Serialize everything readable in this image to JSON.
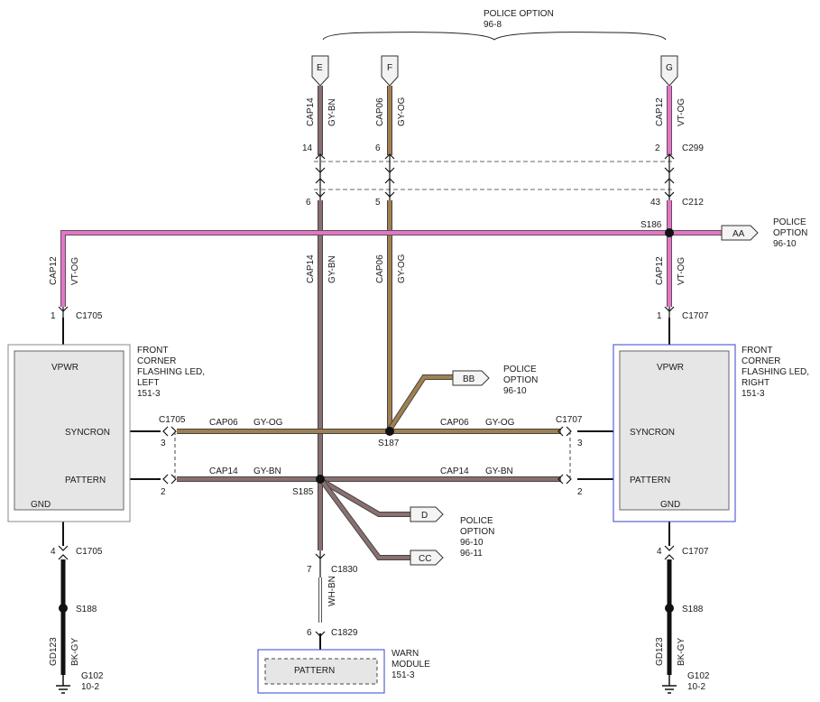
{
  "header": {
    "title": "POLICE OPTION",
    "ref": "96-8"
  },
  "connectors": [
    {
      "id": "conn-e",
      "letter": "E"
    },
    {
      "id": "conn-f",
      "letter": "F"
    },
    {
      "id": "conn-g",
      "letter": "G"
    }
  ],
  "top_wires": {
    "e": {
      "circuit": "CAP14",
      "color": "GY-BN",
      "pin_c299": "14",
      "pin_c212": "6"
    },
    "f": {
      "circuit": "CAP06",
      "color": "GY-OG",
      "pin_c299": "6",
      "pin_c212": "5"
    },
    "g": {
      "circuit": "CAP12",
      "color": "VT-OG",
      "pin_c299": "2",
      "pin_c212": "43"
    }
  },
  "connector_names": {
    "c299": "C299",
    "c212": "C212",
    "c1705": "C1705",
    "c1707": "C1707",
    "c1830": "C1830",
    "c1829": "C1829"
  },
  "splices": {
    "s186": "S186",
    "s187": "S187",
    "s185": "S185",
    "s188": "S188"
  },
  "mid_wires": {
    "e": {
      "circuit": "CAP14",
      "color": "GY-BN"
    },
    "f": {
      "circuit": "CAP06",
      "color": "GY-OG"
    },
    "left_pwr": {
      "circuit": "CAP12",
      "color": "VT-OG"
    },
    "right_pwr": {
      "circuit": "CAP12",
      "color": "VT-OG"
    }
  },
  "bus": {
    "sync_left": {
      "circuit": "CAP06",
      "color": "GY-OG"
    },
    "sync_right": {
      "circuit": "CAP06",
      "color": "GY-OG"
    },
    "pattern_left": {
      "circuit": "CAP14",
      "color": "GY-BN"
    },
    "pattern_right": {
      "circuit": "CAP14",
      "color": "GY-BN"
    }
  },
  "pins": {
    "left_vpwr": "1",
    "left_sync": "3",
    "left_pattern": "2",
    "left_gnd": "4",
    "right_vpwr": "1",
    "right_sync": "3",
    "right_pattern": "2",
    "right_gnd": "4",
    "c1830": "7",
    "c1829": "6"
  },
  "offpage": {
    "aa": {
      "tag": "AA",
      "text1": "POLICE",
      "text2": "OPTION",
      "text3": "96-10"
    },
    "bb": {
      "tag": "BB",
      "text1": "POLICE",
      "text2": "OPTION",
      "text3": "96-10"
    },
    "d": {
      "tag": "D"
    },
    "cc": {
      "tag": "CC"
    },
    "dcc": {
      "text1": "POLICE",
      "text2": "OPTION",
      "text3": "96-10",
      "text4": "96-11"
    }
  },
  "left_module": {
    "name1": "FRONT",
    "name2": "CORNER",
    "name3": "FLASHING LED,",
    "name4": "LEFT",
    "ref": "151-3",
    "vpwr": "VPWR",
    "syncron": "SYNCRON",
    "pattern": "PATTERN",
    "gnd": "GND"
  },
  "right_module": {
    "name1": "FRONT",
    "name2": "CORNER",
    "name3": "FLASHING LED,",
    "name4": "RIGHT",
    "ref": "151-3",
    "vpwr": "VPWR",
    "syncron": "SYNCRON",
    "pattern": "PATTERN",
    "gnd": "GND"
  },
  "warn_module": {
    "name1": "WARN",
    "name2": "MODULE",
    "ref": "151-3",
    "pattern": "PATTERN"
  },
  "bottom_wire": {
    "circuit": "WH-BN"
  },
  "grounds": {
    "left": {
      "circuit": "GD123",
      "color": "BK-GY",
      "g_id": "G102",
      "g_ref": "10-2"
    },
    "right": {
      "circuit": "GD123",
      "color": "BK-GY",
      "g_id": "G102",
      "g_ref": "10-2"
    }
  },
  "colors": {
    "pink": "#e873c8",
    "gybn": "#8a7070",
    "gyog": "#a08050",
    "frame": "#3344cc"
  }
}
